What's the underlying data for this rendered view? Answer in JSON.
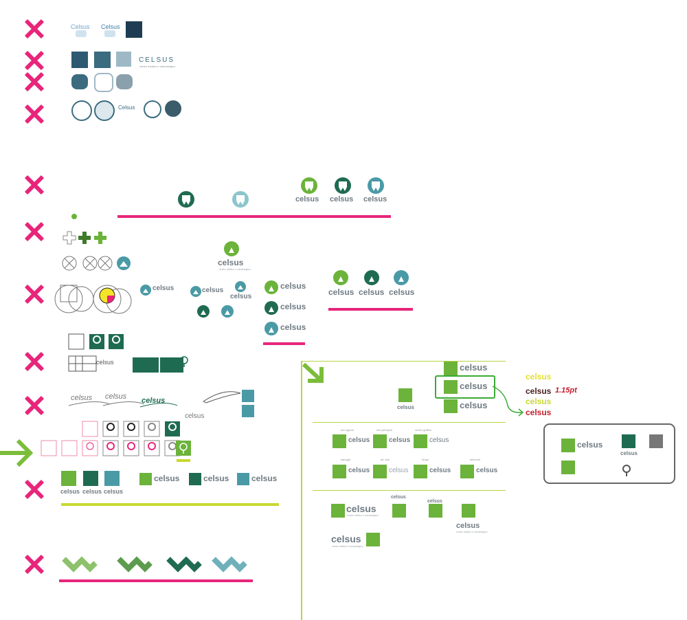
{
  "brand": {
    "wordmark": "celsus",
    "wordmark_caps": "CELSUS",
    "wordmark_title": "Celsus",
    "tagline": "centro médico e odontológico"
  },
  "colors": {
    "magenta": "#e8257a",
    "lime": "#c9d82e",
    "green": "#6bb33a",
    "dark_green": "#1f6b52",
    "teal": "#4a9aa6",
    "navy": "#1e4a5c",
    "grey": "#707b83"
  },
  "notes": {
    "yellow_label": "celsus",
    "dark_label": "celsus",
    "annotation": "1.15pt",
    "green_label": "celsus",
    "red_label": "celsus"
  },
  "variant_labels": {
    "row1": [
      "tom agudo",
      "tom principal",
      "centro grafico"
    ],
    "row2": [
      "sabugal",
      "alt. teal",
      "fuhge",
      "iaheccal"
    ]
  },
  "icons": [
    "x-mark-icon",
    "arrow-right-icon",
    "arrow-down-right-icon",
    "tooth-icon",
    "tree-icon",
    "zigzag-icon",
    "cross-icon"
  ]
}
